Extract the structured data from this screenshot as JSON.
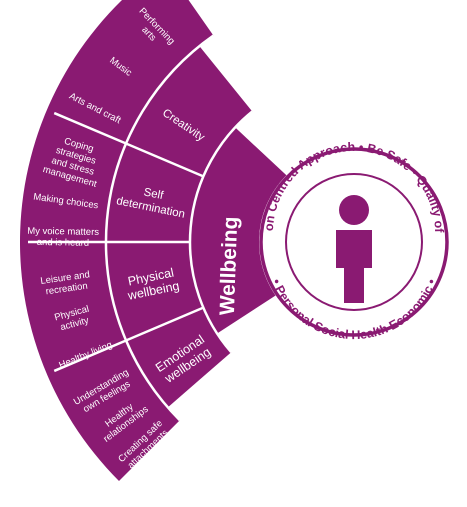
{
  "colors": {
    "fan": "#8a1a72",
    "divider": "#ffffff",
    "text": "#ffffff",
    "ring": "#8a1a72",
    "background": "#ffffff"
  },
  "core": {
    "label": "Wellbeing"
  },
  "domains": [
    {
      "label_lines": [
        "Emotional",
        "wellbeing"
      ]
    },
    {
      "label_lines": [
        "Physical",
        "wellbeing"
      ]
    },
    {
      "label_lines": [
        "Self",
        "determination"
      ]
    },
    {
      "label_lines": [
        "Creativity"
      ]
    }
  ],
  "items": [
    {
      "label_lines": [
        "Creating safe",
        "attachments"
      ]
    },
    {
      "label_lines": [
        "Healthy",
        "relationships"
      ]
    },
    {
      "label_lines": [
        "Understanding",
        "own feelings"
      ]
    },
    {
      "label_lines": [
        "Healthy living"
      ]
    },
    {
      "label_lines": [
        "Physical",
        "activity"
      ]
    },
    {
      "label_lines": [
        "Leisure and",
        "recreation"
      ]
    },
    {
      "label_lines": [
        "My voice matters",
        "and is heard"
      ]
    },
    {
      "label_lines": [
        "Making choices"
      ]
    },
    {
      "label_lines": [
        "Coping",
        "strategies",
        "and stress",
        "management"
      ]
    },
    {
      "label_lines": [
        "Arts and craft"
      ]
    },
    {
      "label_lines": [
        "Music"
      ]
    },
    {
      "label_lines": [
        "Performing",
        "arts"
      ]
    }
  ],
  "ring": {
    "top_text": "Person Centred Approach  •  Be Safe  •  Quality of Life",
    "bottom_text": "•  Personal Social Health Economic  •",
    "icon": "person-icon"
  }
}
